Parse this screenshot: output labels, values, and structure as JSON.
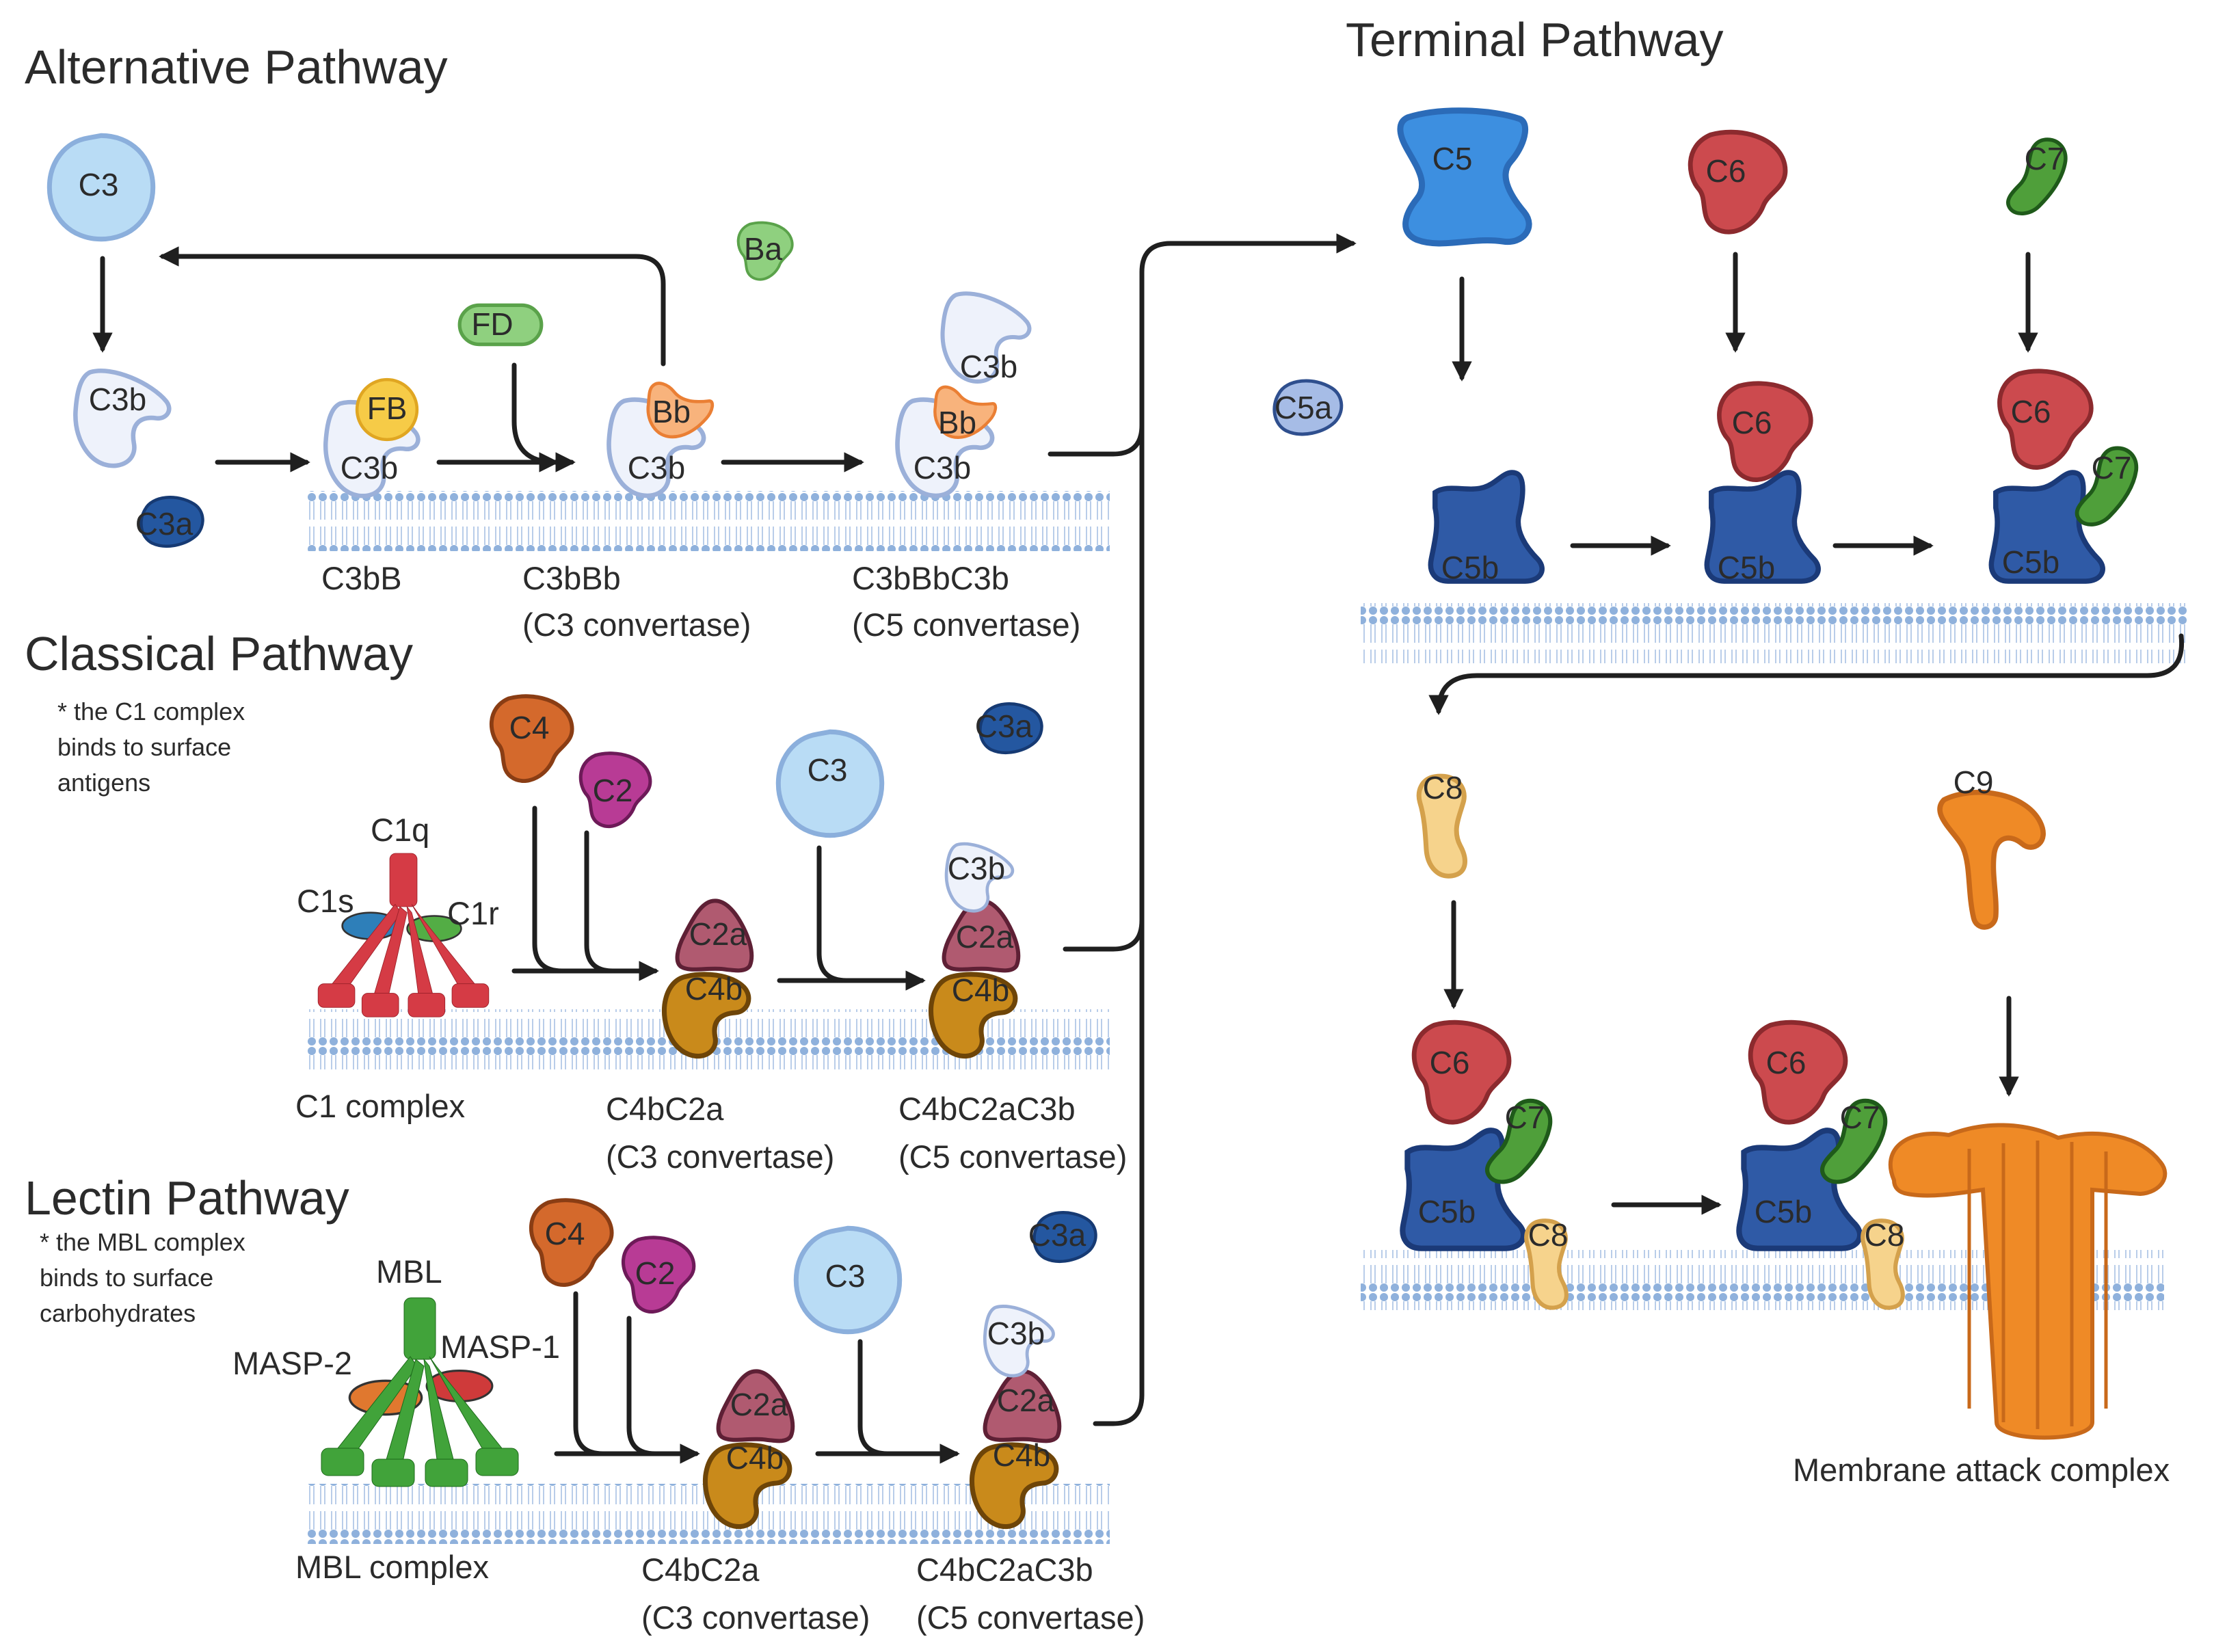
{
  "colors": {
    "c3_fill": "#b9dcf5",
    "c3_stroke": "#8bafdc",
    "c3b_fill": "#eef2fb",
    "c3b_stroke": "#9bb0d9",
    "c3a_fill": "#2457a0",
    "c3a_stroke": "#163a73",
    "fb_fill": "#f6cb47",
    "fb_stroke": "#e0a622",
    "bb_fill": "#f8b37c",
    "bb_stroke": "#ea7f34",
    "green_light_fill": "#8fd07f",
    "green_light_stroke": "#5aa24a",
    "c5_fill": "#3d8fe0",
    "c5_stroke": "#2b6bb8",
    "c5a_fill": "#a6bce6",
    "c5a_stroke": "#2f4f8e",
    "c5b_fill": "#2f5aa6",
    "c5b_stroke": "#1b3a78",
    "c6_fill": "#cc4a4e",
    "c6_stroke": "#8c2a2e",
    "c7_fill": "#4f9f3a",
    "c7_stroke": "#1f5a1a",
    "c8_fill": "#f6d38c",
    "c8_stroke": "#d4a14c",
    "c9_fill": "#ef8a26",
    "c9_stroke": "#c8691a",
    "c4_fill": "#d4692c",
    "c4_stroke": "#8a3d14",
    "c2_fill": "#b83b95",
    "c2_stroke": "#6d1a58",
    "c2a_fill": "#b05a70",
    "c2a_stroke": "#5e2035",
    "c4b_fill": "#c98a1b",
    "c4b_stroke": "#6e4508",
    "c1q_fill": "#d53b45",
    "c1q_stroke": "#9a1f28",
    "c1s_fill": "#2e7fb9",
    "c1r_fill": "#53ad45",
    "mbl_fill": "#41a33a",
    "mbl_stroke": "#1d6a1a",
    "masp1_fill": "#cf3a3a",
    "masp2_fill": "#e0782f",
    "membrane": "#8fb1dc",
    "arrow": "#1f1f1f"
  },
  "headings": {
    "alternative": "Alternative Pathway",
    "classical": "Classical Pathway",
    "lectin": "Lectin Pathway",
    "terminal": "Terminal Pathway"
  },
  "notes": {
    "classical": [
      "* the C1 complex",
      "binds to surface",
      "antigens"
    ],
    "lectin": [
      "* the MBL complex",
      "binds to surface",
      "carbohydrates"
    ]
  },
  "molecules": {
    "c3": "C3",
    "c3b": "C3b",
    "c3a": "C3a",
    "fb": "FB",
    "bb": "Bb",
    "ba": "Ba",
    "fd": "FD",
    "c4": "C4",
    "c2": "C2",
    "c2a": "C2a",
    "c4b": "C4b",
    "c1q": "C1q",
    "c1s": "C1s",
    "c1r": "C1r",
    "mbl": "MBL",
    "masp1": "MASP-1",
    "masp2": "MASP-2",
    "c5": "C5",
    "c5a": "C5a",
    "c5b": "C5b",
    "c6": "C6",
    "c7": "C7",
    "c8": "C8",
    "c9": "C9"
  },
  "captions": {
    "c3bb": "C3bB",
    "c3bbb": "C3bBb",
    "c3_convertase": "(C3 convertase)",
    "c3bbbc3b": "C3bBbC3b",
    "c5_convertase": "(C5 convertase)",
    "c1_complex": "C1 complex",
    "c4bc2a": "C4bC2a",
    "c4bc2ac3b": "C4bC2aC3b",
    "mbl_complex": "MBL complex",
    "mac": "Membrane attack complex"
  }
}
